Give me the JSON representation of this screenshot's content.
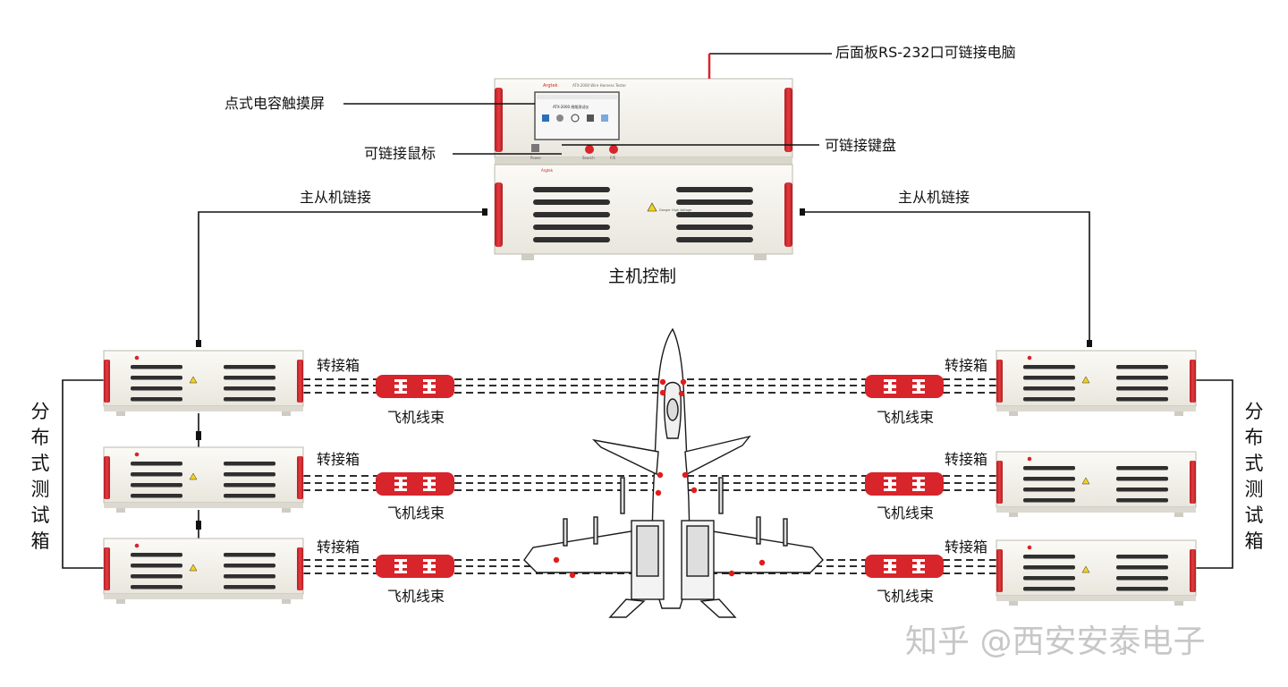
{
  "labels": {
    "rear_rs232": "后面板RS-232口可链接电脑",
    "touchscreen": "点式电容触摸屏",
    "mouse": "可链接鼠标",
    "keyboard": "可链接键盘",
    "master_slave_left": "主从机链接",
    "master_slave_right": "主从机链接",
    "host_control": "主机控制",
    "distributed_left": "分布式测试箱",
    "distributed_right": "分布式测试箱",
    "adapter_box": [
      "转接箱",
      "转接箱",
      "转接箱",
      "转接箱",
      "转接箱",
      "转接箱"
    ],
    "harness": [
      "飞机线束",
      "飞机线束",
      "飞机线束",
      "飞机线束",
      "飞机线束",
      "飞机线束"
    ]
  },
  "device": {
    "brand": "Argtek",
    "model": "ATX-2000 Wire Harness Tester",
    "screen_title": "ATX-2000 线缆测试仪",
    "buttons": [
      "Power",
      "Search",
      "F/E"
    ],
    "warning": "Danger High Voltage"
  },
  "watermark": "知乎 @西安安泰电子",
  "colors": {
    "accent_red": "#d8242b",
    "line": "#111111",
    "chassis": "#f2f0ea"
  }
}
